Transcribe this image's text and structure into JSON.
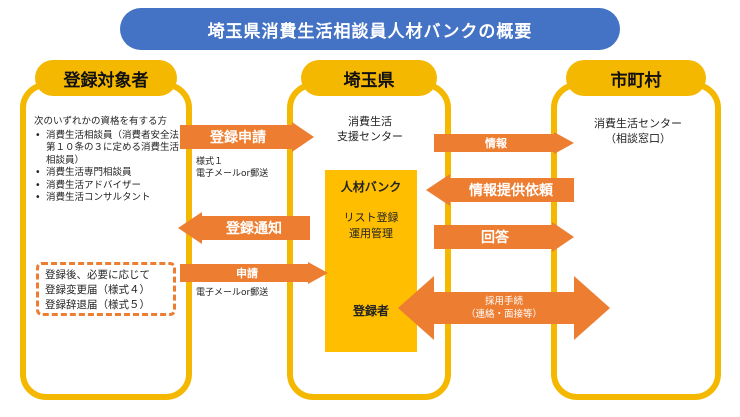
{
  "title": "埼玉県消費生活相談員人材バンクの概要",
  "colors": {
    "title_bg": "#4472c4",
    "panel_border": "#f5b800",
    "arrow": "#ed7d31",
    "jinzai_box": "#ffbf00",
    "dashed_border": "#ed7d31"
  },
  "left": {
    "label": "登録対象者",
    "intro": "次のいずれかの資格を有する方",
    "qualifications": [
      "消費生活相談員（消費者安全法第１０条の３に定める消費生活相談員）",
      "消費生活専門相談員",
      "消費生活アドバイザー",
      "消費生活コンサルタント"
    ],
    "after": [
      "登録後、必要に応じて",
      "登録変更届（様式４）",
      "登録辞退届（様式５）"
    ]
  },
  "middle": {
    "label": "埼玉県",
    "center": [
      "消費生活",
      "支援センター"
    ],
    "bank_title": "人材バンク",
    "bank_tasks": [
      "リスト登録",
      "運用管理"
    ],
    "registrant": "登録者"
  },
  "right": {
    "label": "市町村",
    "center": [
      "消費生活センター",
      "（相談窓口）"
    ]
  },
  "arrows": {
    "apply": "登録申請",
    "apply_note": [
      "様式１",
      "電子メールor郵送"
    ],
    "notify": "登録通知",
    "change": "申請",
    "change_note": "電子メールor郵送",
    "info": "情報",
    "info_request": "情報提供依頼",
    "answer": "回答",
    "hiring": [
      "採用手続",
      "（連絡・面接等）"
    ]
  }
}
